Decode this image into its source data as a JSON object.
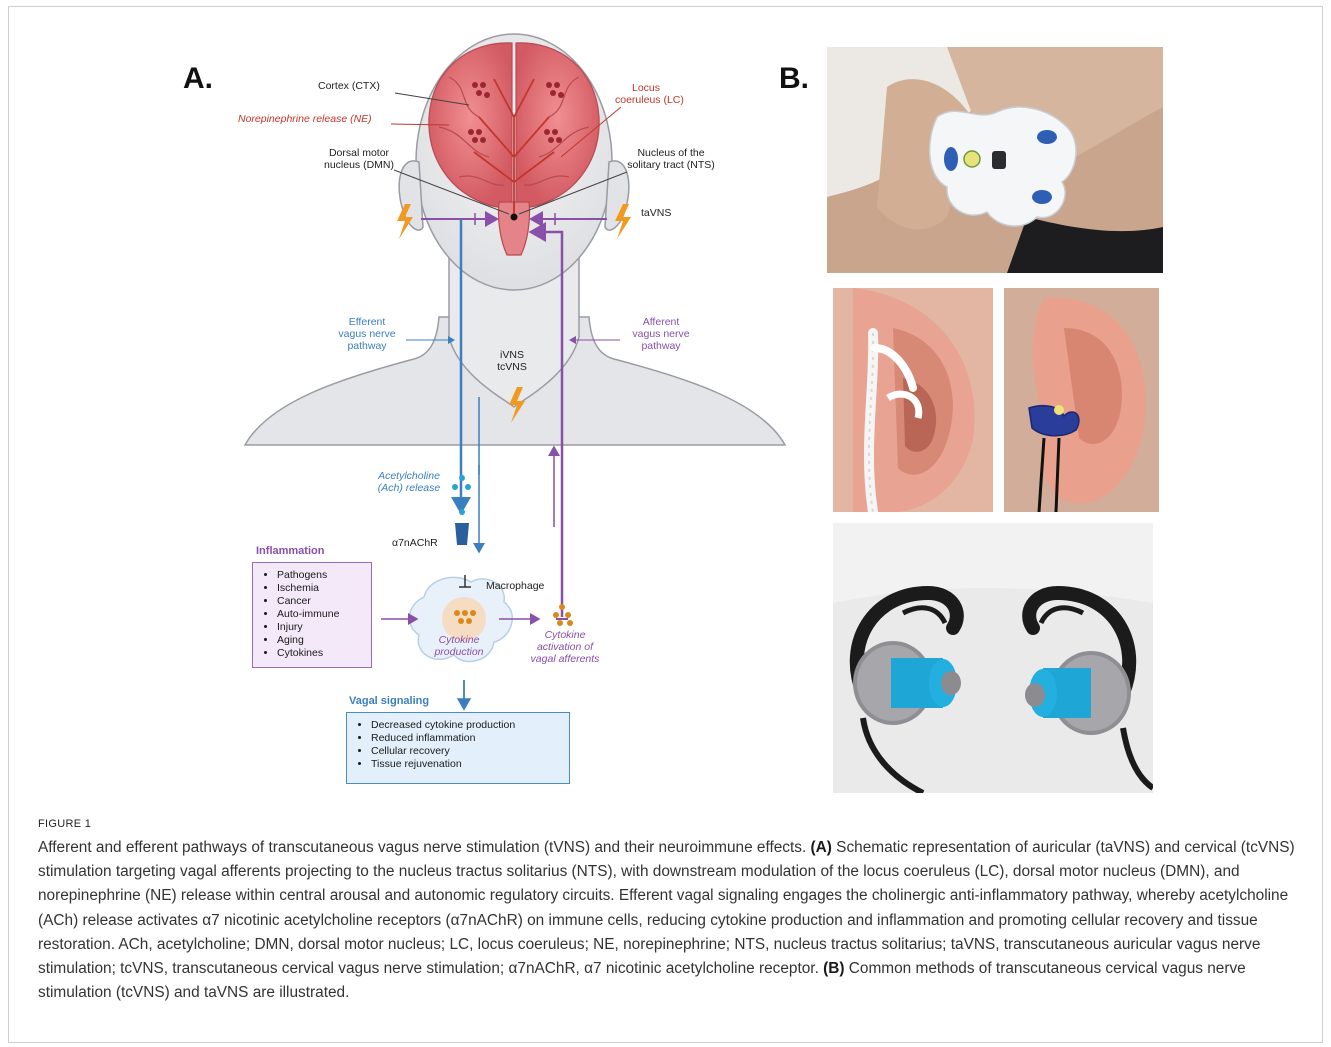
{
  "figure": {
    "panel_a_letter": "A.",
    "panel_b_letter": "B.",
    "labels": {
      "cortex": "Cortex (CTX)",
      "ne_release": "Norepinephrine release (NE)",
      "lc_line1": "Locus",
      "lc_line2": "coeruleus (LC)",
      "dmn_line1": "Dorsal motor",
      "dmn_line2": "nucleus (DMN)",
      "nts_line1": "Nucleus of the",
      "nts_line2": "solitary tract (NTS)",
      "tavns": "taVNS",
      "efferent_line1": "Efferent",
      "efferent_line2": "vagus nerve",
      "efferent_line3": "pathway",
      "afferent_line1": "Afferent",
      "afferent_line2": "vagus nerve",
      "afferent_line3": "pathway",
      "ivns": "iVNS",
      "tcvns": "tcVNS",
      "ach_line1": "Acetylcholine",
      "ach_line2": "(Ach) release",
      "receptor": "α7nAChR",
      "macrophage": "Macrophage",
      "cytokine_prod_line1": "Cytokine",
      "cytokine_prod_line2": "production",
      "cytokine_act_line1": "Cytokine",
      "cytokine_act_line2": "activation of",
      "cytokine_act_line3": "vagal afferents"
    },
    "inflammation": {
      "title": "Inflammation",
      "items": [
        "Pathogens",
        "Ischemia",
        "Cancer",
        "Auto-immune",
        "Injury",
        "Aging",
        "Cytokines"
      ]
    },
    "vagal_signaling": {
      "title": "Vagal signaling",
      "items": [
        "Decreased cytokine production",
        "Reduced inflammation",
        "Cellular recovery",
        "Tissue rejuvenation"
      ]
    }
  },
  "caption": {
    "label": "FIGURE 1",
    "bold_a": "(A)",
    "bold_b": "(B)",
    "part1": "Afferent and efferent pathways of transcutaneous vagus nerve stimulation (tVNS) and their neuroimmune effects. ",
    "part2": " Schematic representation of auricular (taVNS) and cervical (tcVNS) stimulation targeting vagal afferents projecting to the nucleus tractus solitarius (NTS), with downstream modulation of the locus coeruleus (LC), dorsal motor nucleus (DMN), and norepinephrine (NE) release within central arousal and autonomic regulatory circuits. Efferent vagal signaling engages the cholinergic anti-inflammatory pathway, whereby acetylcholine (ACh) release activates α7 nicotinic acetylcholine receptors (α7nAChR) on immune cells, reducing cytokine production and inflammation and promoting cellular recovery and tissue restoration. ACh, acetylcholine; DMN, dorsal motor nucleus; LC, locus coeruleus; NE, norepinephrine; NTS, nucleus tractus solitarius; taVNS, transcutaneous auricular vagus nerve stimulation; tcVNS, transcutaneous cervical vagus nerve stimulation; α7nAChR, α7 nicotinic acetylcholine receptor. ",
    "part3": " Common methods of transcutaneous cervical vagus nerve stimulation (tcVNS) and taVNS are illustrated."
  },
  "colors": {
    "efferent": "#3b7fc0",
    "afferent": "#8a4fa8",
    "brain": "#d9646a",
    "accent_red": "#c4352c",
    "bolt": "#f29a1f",
    "inflammation_bg": "#f3e9f8",
    "vagal_bg": "#e3f0fb"
  }
}
